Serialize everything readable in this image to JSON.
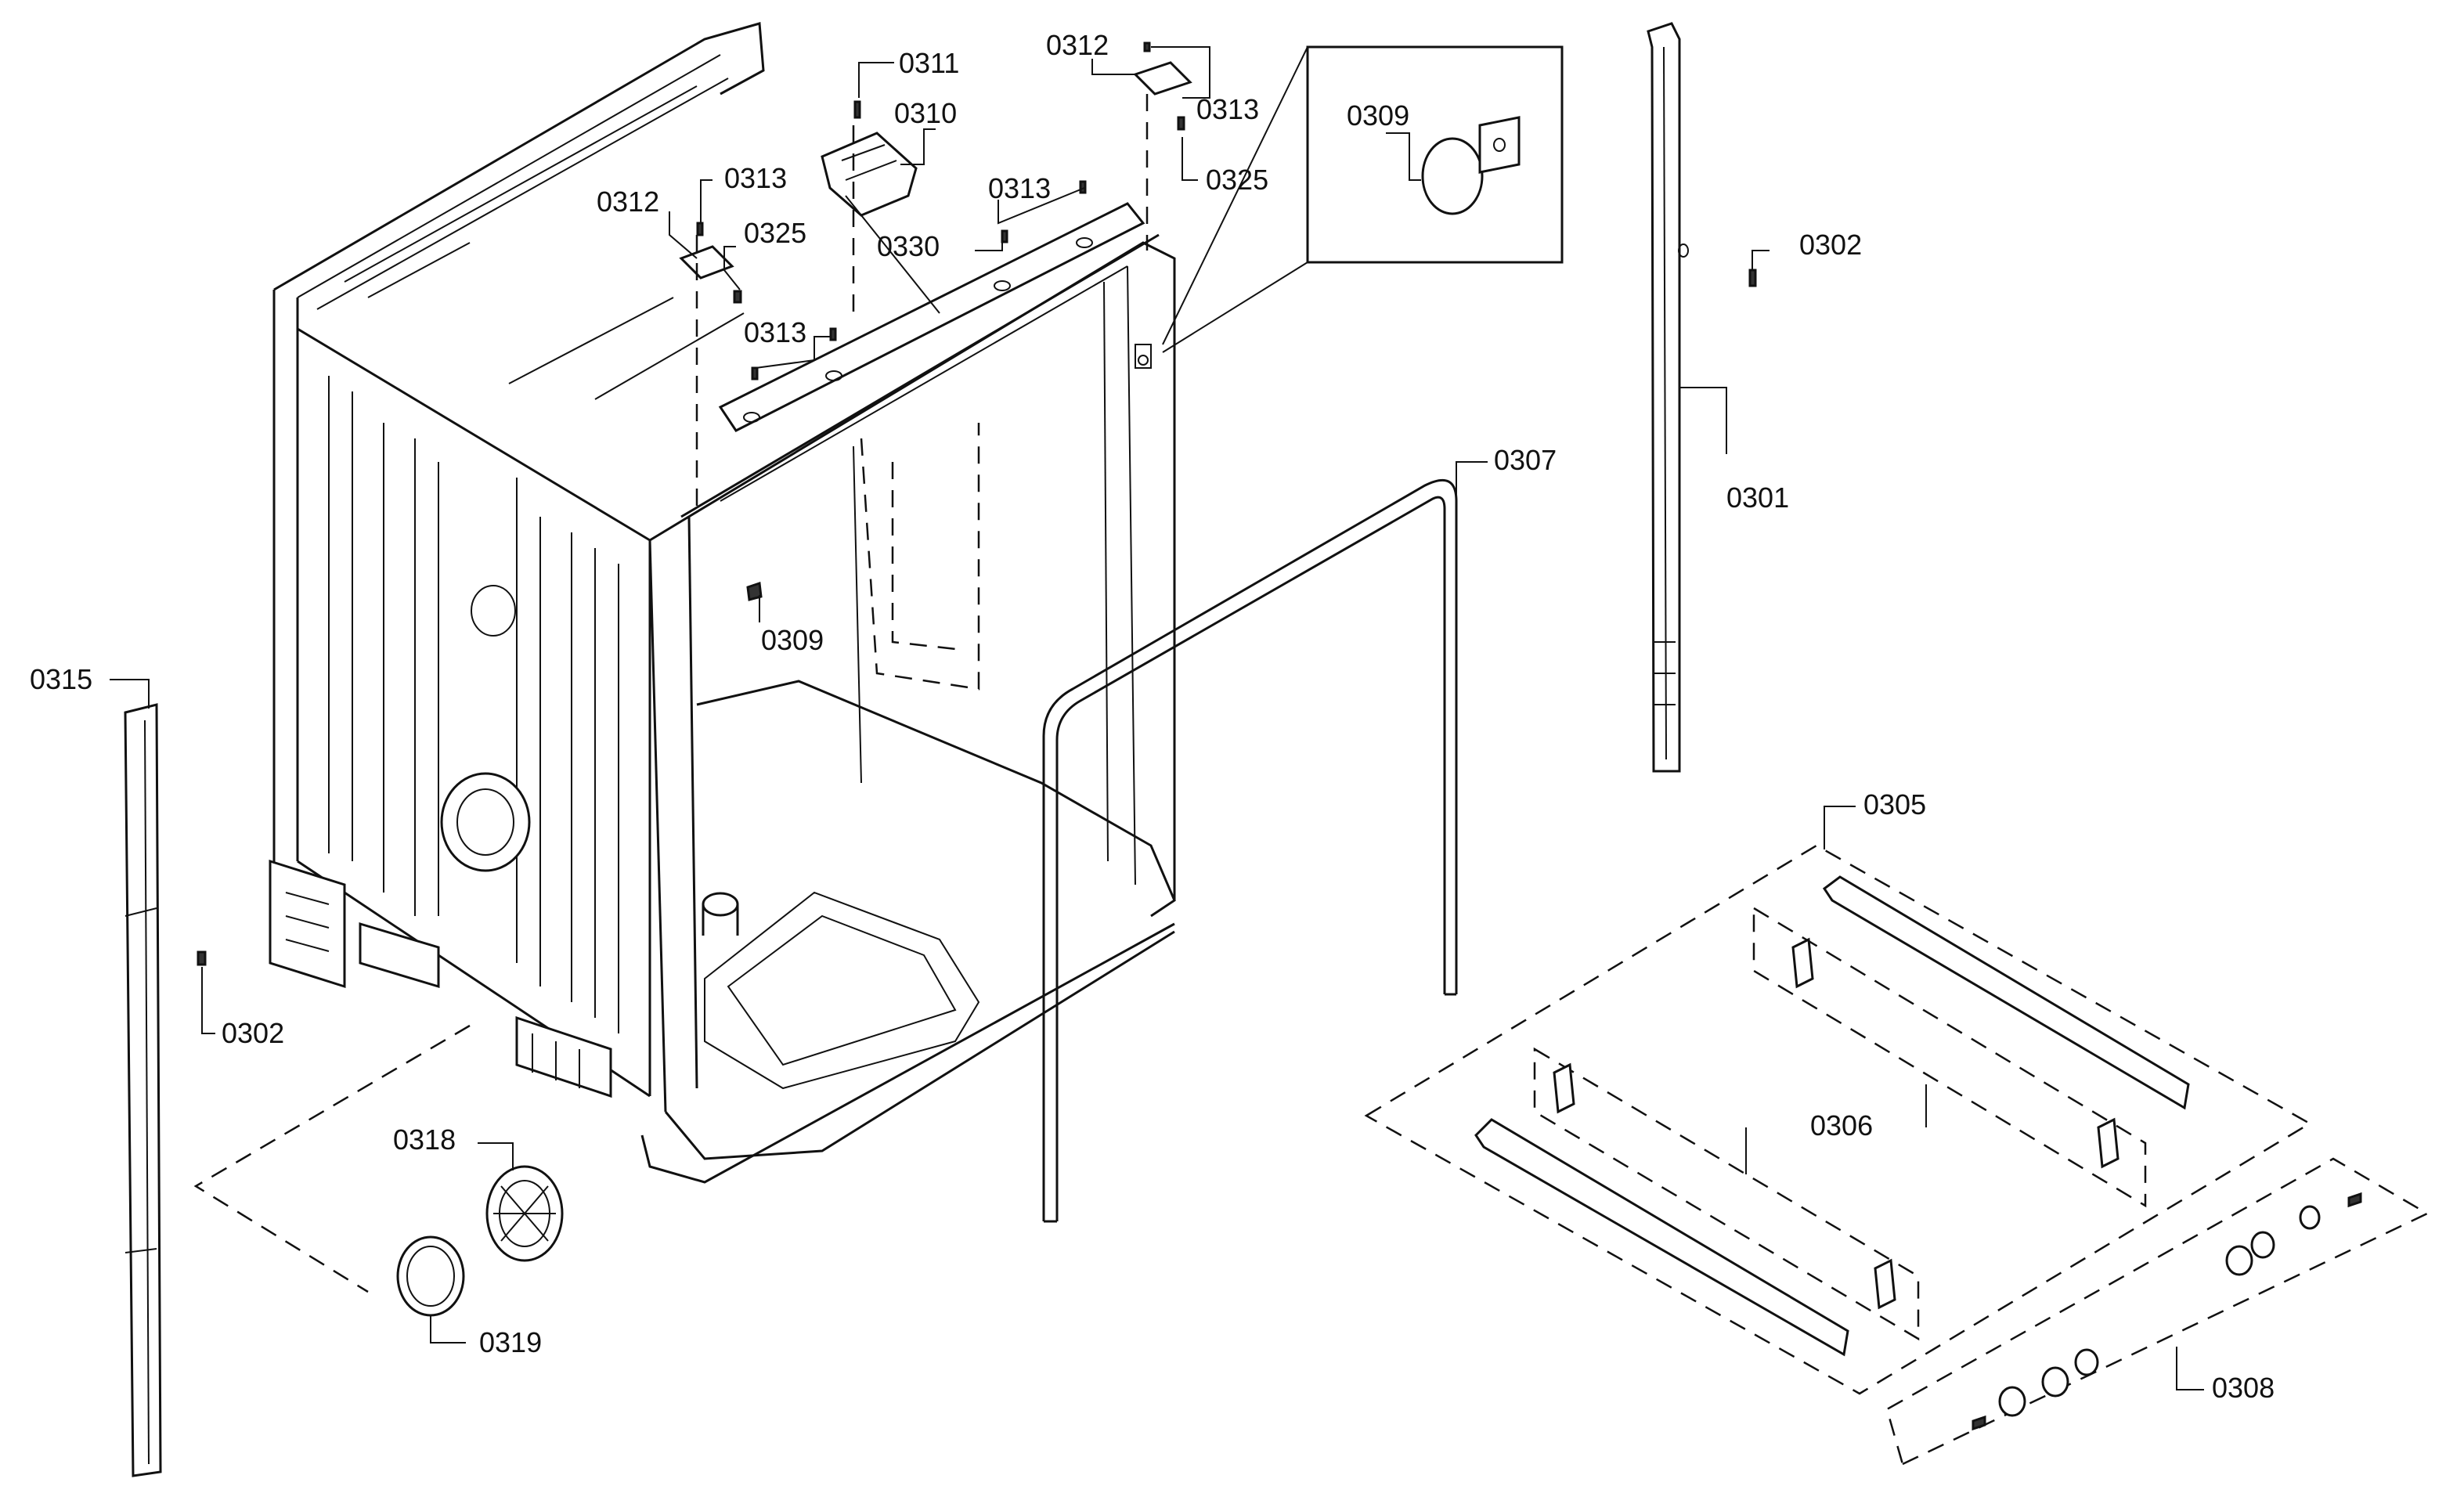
{
  "labels": {
    "p0301": "0301",
    "p0302_right": "0302",
    "p0302_left": "0302",
    "p0305": "0305",
    "p0306": "0306",
    "p0307": "0307",
    "p0308": "0308",
    "p0309_inset": "0309",
    "p0309_tub": "0309",
    "p0310": "0310",
    "p0311": "0311",
    "p0312_left": "0312",
    "p0312_right": "0312",
    "p0313_a": "0313",
    "p0313_b": "0313",
    "p0313_c": "0313",
    "p0313_d": "0313",
    "p0315": "0315",
    "p0318": "0318",
    "p0319": "0319",
    "p0325_left": "0325",
    "p0325_right": "0325",
    "p0330": "0330"
  }
}
